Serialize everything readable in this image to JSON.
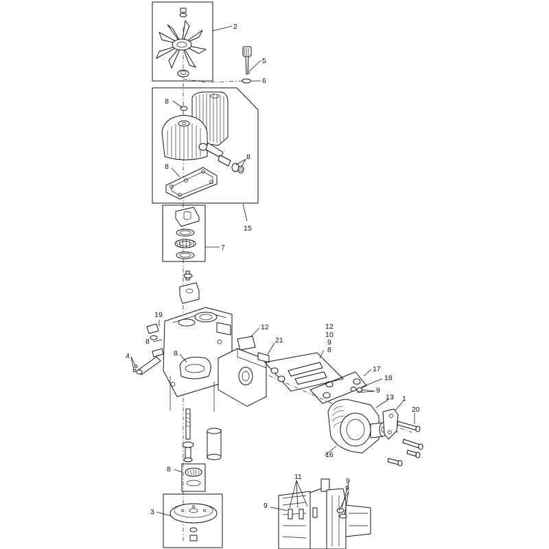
{
  "callouts": [
    {
      "id": "c2",
      "text": "2"
    },
    {
      "id": "c5",
      "text": "5"
    },
    {
      "id": "c6",
      "text": "6"
    },
    {
      "id": "c8a",
      "text": "8"
    },
    {
      "id": "c8b",
      "text": "8"
    },
    {
      "id": "c8c",
      "text": "8"
    },
    {
      "id": "c15",
      "text": "15"
    },
    {
      "id": "c7",
      "text": "7"
    },
    {
      "id": "c19",
      "text": "19"
    },
    {
      "id": "c8d",
      "text": "8"
    },
    {
      "id": "c8e",
      "text": "8"
    },
    {
      "id": "c4",
      "text": "4"
    },
    {
      "id": "c12a",
      "text": "12"
    },
    {
      "id": "c21",
      "text": "21"
    },
    {
      "id": "c12b",
      "text": "12"
    },
    {
      "id": "c10",
      "text": "10"
    },
    {
      "id": "c9a",
      "text": "9"
    },
    {
      "id": "c8f",
      "text": "8"
    },
    {
      "id": "c17",
      "text": "17"
    },
    {
      "id": "c18",
      "text": "18"
    },
    {
      "id": "c9b",
      "text": "9"
    },
    {
      "id": "c13",
      "text": "13"
    },
    {
      "id": "c1",
      "text": "1"
    },
    {
      "id": "c20",
      "text": "20"
    },
    {
      "id": "c16",
      "text": "16"
    },
    {
      "id": "c8g",
      "text": "8"
    },
    {
      "id": "c3",
      "text": "3"
    },
    {
      "id": "c9c",
      "text": "9"
    },
    {
      "id": "c11",
      "text": "11"
    },
    {
      "id": "c9d",
      "text": "9"
    },
    {
      "id": "c9e",
      "text": "9"
    }
  ]
}
